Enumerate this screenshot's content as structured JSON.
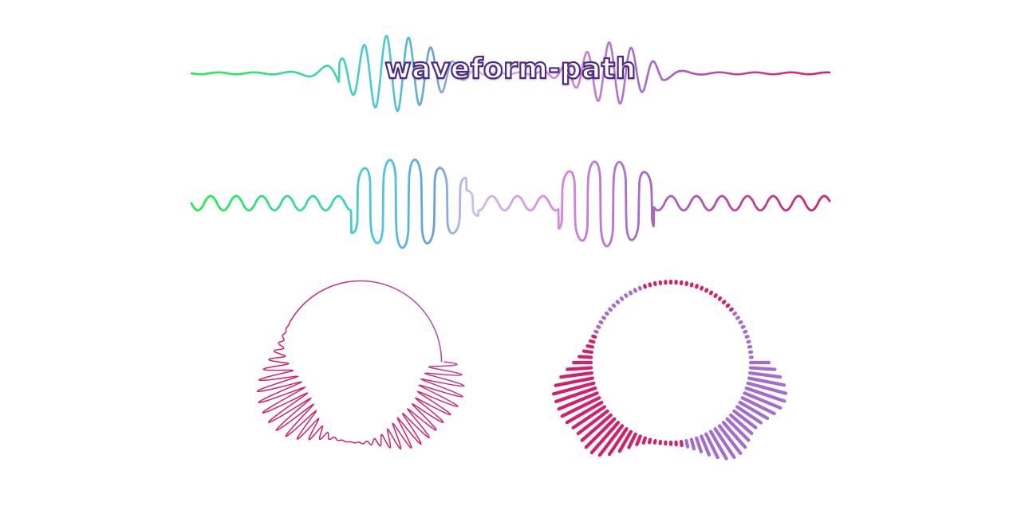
{
  "title": "waveform-path",
  "colors": {
    "green": "#22ee44",
    "cyan": "#49c9dc",
    "blue": "#6a9fd8",
    "lavender": "#c8c0ee",
    "pink": "#e08de0",
    "purple": "#a36ccf",
    "magenta": "#d4206a",
    "title_stroke": "#4b2a86"
  },
  "visualizations": [
    {
      "id": "linear-waveform",
      "style": "line"
    },
    {
      "id": "mirrored-rounded-waveform",
      "style": "rounded"
    },
    {
      "id": "polar-waveform",
      "style": "line"
    },
    {
      "id": "polar-bars",
      "style": "bars"
    }
  ],
  "waveform_levels": {
    "wave1": [
      0.02,
      0.03,
      0.02,
      0.02,
      0.04,
      0.12,
      0.95,
      1.0,
      0.85,
      0.55,
      0.25,
      0.05,
      0.9,
      0.95,
      0.85,
      0.2,
      0.03,
      0.02,
      0.02,
      0.02
    ],
    "wave2": [
      0.15,
      0.15,
      0.15,
      0.15,
      0.15,
      0.9,
      1.0,
      1.0,
      0.9,
      0.3,
      0.15,
      0.15,
      0.15,
      0.9,
      1.0,
      0.3,
      0.15,
      0.15,
      0.15,
      0.15
    ]
  }
}
